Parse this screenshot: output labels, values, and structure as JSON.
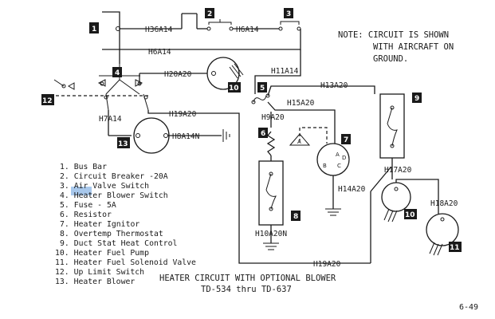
{
  "note": [
    "NOTE: CIRCUIT IS SHOWN",
    "WITH AIRCRAFT ON",
    "GROUND."
  ],
  "wires": {
    "h36a14": "H36A14",
    "h6a14_top": "H6A14",
    "h6a14_long": "H6A14",
    "h20a20": "H20A20",
    "h11a14": "H11A14",
    "h13a20": "H13A20",
    "h15a20": "H15A20",
    "h9a20": "H9A20",
    "h19a20_mid": "H19A20",
    "h7a14": "H7A14",
    "h8a14n": "H8A14N",
    "h17a20": "H17A20",
    "h18a20": "H18A20",
    "h14a20": "H14A20",
    "h10a20n": "H10A20N",
    "h19a20_bottom": "H19A20"
  },
  "badges": [
    "1",
    "2",
    "3",
    "4",
    "5",
    "6",
    "7",
    "8",
    "9",
    "10",
    "11",
    "12",
    "13"
  ],
  "triangle_label": "A",
  "pins": [
    "A",
    "B",
    "C",
    "D"
  ],
  "legend": [
    "1. Bus Bar",
    "2. Circuit Breaker -20A",
    "3. Air Valve Switch",
    "4. Heater Blower Switch",
    "5. Fuse - 5A",
    "6. Resistor",
    "7. Heater Ignitor",
    "8. Overtemp Thermostat",
    "9. Duct Stat Heat Control",
    "10. Heater Fuel Pump",
    "11. Heater Fuel Solenoid Valve",
    "12. Up Limit Switch",
    "13. Heater Blower"
  ],
  "highlight_color": "#a8c8ec",
  "caption": [
    "HEATER CIRCUIT WITH OPTIONAL BLOWER",
    "TD-534 thru TD-637"
  ],
  "page_number": "6-49"
}
